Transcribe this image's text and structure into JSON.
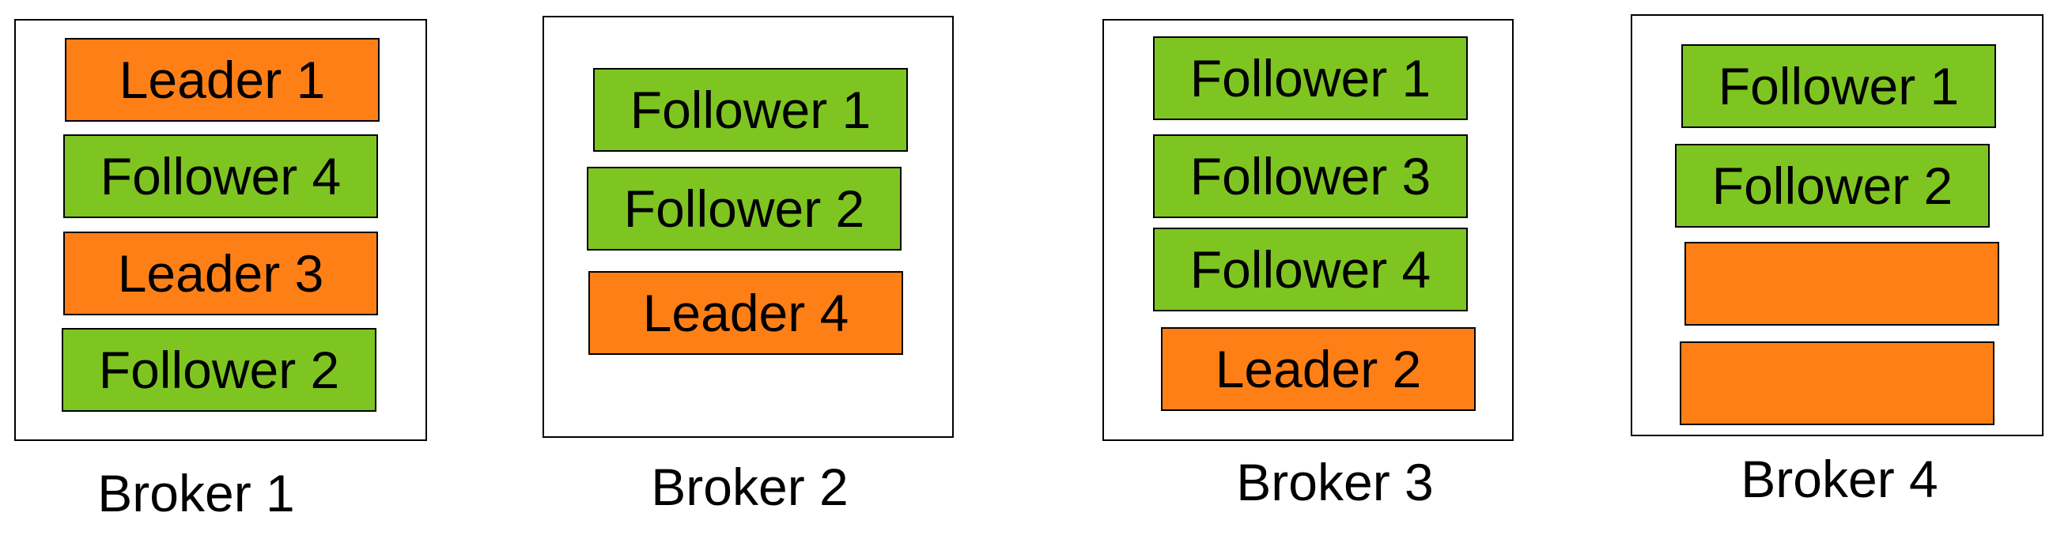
{
  "colors": {
    "leader": "#ff7f17",
    "follower": "#7ec521",
    "border": "#000000"
  },
  "brokers": [
    {
      "label": "Broker 1",
      "partitions": [
        {
          "role": "leader",
          "text": "Leader 1"
        },
        {
          "role": "follower",
          "text": "Follower 4"
        },
        {
          "role": "leader",
          "text": "Leader 3"
        },
        {
          "role": "follower",
          "text": "Follower 2"
        }
      ]
    },
    {
      "label": "Broker 2",
      "partitions": [
        {
          "role": "follower",
          "text": "Follower 1"
        },
        {
          "role": "follower",
          "text": "Follower 2"
        },
        {
          "role": "leader",
          "text": "Leader 4"
        }
      ]
    },
    {
      "label": "Broker 3",
      "partitions": [
        {
          "role": "follower",
          "text": "Follower 1"
        },
        {
          "role": "follower",
          "text": "Follower 3"
        },
        {
          "role": "follower",
          "text": "Follower 4"
        },
        {
          "role": "leader",
          "text": "Leader 2"
        }
      ]
    },
    {
      "label": "Broker 4",
      "partitions": [
        {
          "role": "follower",
          "text": "Follower 1"
        },
        {
          "role": "follower",
          "text": "Follower 2"
        },
        {
          "role": "leader",
          "text": ""
        },
        {
          "role": "leader",
          "text": ""
        }
      ]
    }
  ]
}
